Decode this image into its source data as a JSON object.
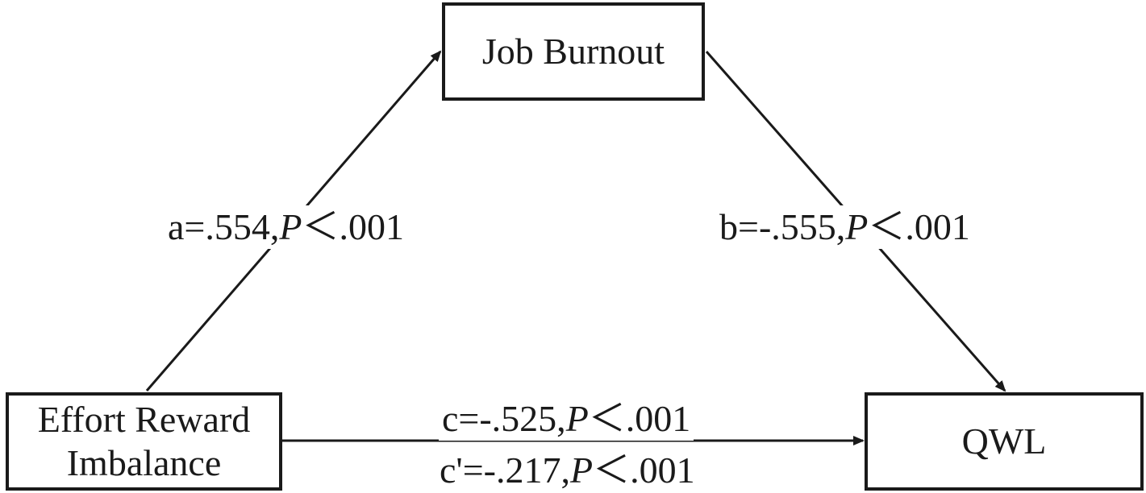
{
  "nodes": {
    "mediator": {
      "label": "Job Burnout"
    },
    "independent": {
      "line1": "Effort Reward",
      "line2": "Imbalance"
    },
    "dependent": {
      "label": "QWL"
    }
  },
  "paths": {
    "a": {
      "prefix": "a=.554,",
      "p": "P",
      "suffix": "＜.001"
    },
    "b": {
      "prefix": "b=-.555,",
      "p": "P",
      "suffix": "＜.001"
    },
    "c": {
      "prefix": "c=-.525,",
      "p": "P",
      "suffix": "＜.001"
    },
    "c_prime": {
      "prefix": "c'=-.217,",
      "p": "P",
      "suffix": "＜.001"
    }
  },
  "colors": {
    "stroke": "#1a1a1a",
    "background": "#ffffff"
  }
}
